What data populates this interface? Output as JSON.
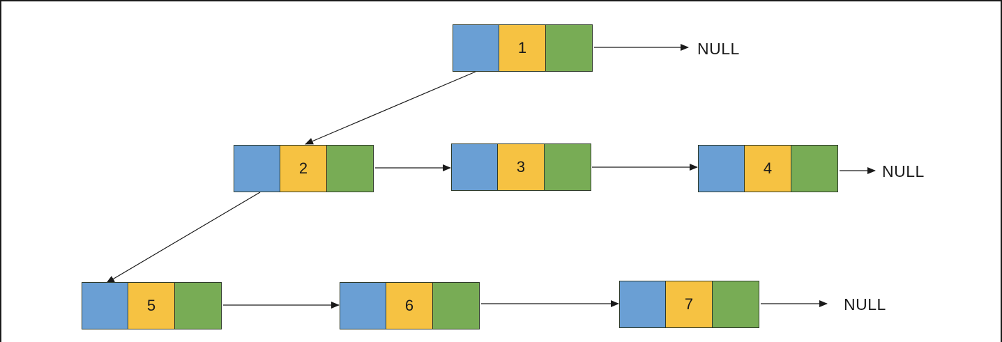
{
  "nodes": [
    {
      "id": "1",
      "label": "1"
    },
    {
      "id": "2",
      "label": "2"
    },
    {
      "id": "3",
      "label": "3"
    },
    {
      "id": "4",
      "label": "4"
    },
    {
      "id": "5",
      "label": "5"
    },
    {
      "id": "6",
      "label": "6"
    },
    {
      "id": "7",
      "label": "7"
    }
  ],
  "null_labels": {
    "row1": "NULL",
    "row2": "NULL",
    "row3": "NULL"
  },
  "edges": [
    {
      "from": "1",
      "to": "2",
      "kind": "child"
    },
    {
      "from": "1",
      "to": "NULL",
      "kind": "sibling"
    },
    {
      "from": "2",
      "to": "3",
      "kind": "sibling"
    },
    {
      "from": "3",
      "to": "4",
      "kind": "sibling"
    },
    {
      "from": "4",
      "to": "NULL",
      "kind": "sibling"
    },
    {
      "from": "2",
      "to": "5",
      "kind": "child"
    },
    {
      "from": "5",
      "to": "6",
      "kind": "sibling"
    },
    {
      "from": "6",
      "to": "7",
      "kind": "sibling"
    },
    {
      "from": "7",
      "to": "NULL",
      "kind": "sibling"
    }
  ],
  "colors": {
    "left_field": "#6a9fd4",
    "value_field": "#f6c242",
    "right_field": "#78ac55",
    "border": "#2e3a2a",
    "arrow": "#1a1a1a"
  }
}
